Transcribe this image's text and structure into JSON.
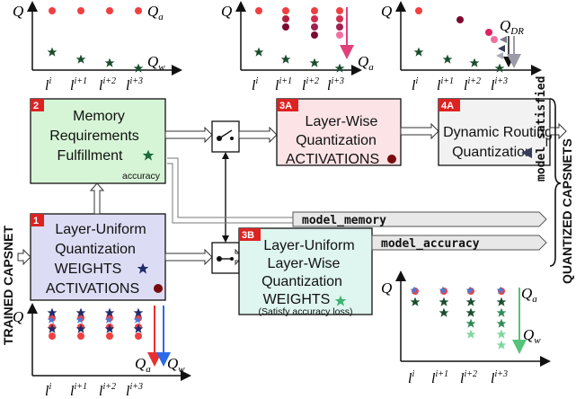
{
  "side_labels": {
    "left": "TRAINED CAPSNET",
    "right": "QUANTIZED CAPSNETS"
  },
  "blocks": {
    "b1": {
      "num": "1",
      "lines": [
        "Layer-Uniform",
        "Quantization",
        "WEIGHTS",
        "ACTIVATIONS"
      ],
      "fill": "#dcdcf4",
      "num_color": "#dd2222"
    },
    "b2": {
      "num": "2",
      "lines": [
        "Memory",
        "Requirements",
        "Fulfillment"
      ],
      "note": "accuracy",
      "fill": "#d6f5d6",
      "num_color": "#dd2222"
    },
    "b3a": {
      "num": "3A",
      "lines": [
        "Layer-Wise",
        "Quantization",
        "ACTIVATIONS"
      ],
      "fill": "#fbe3e6",
      "num_color": "#dd2222"
    },
    "b3b": {
      "num": "3B",
      "lines": [
        "Layer-Uniform",
        "Layer-Wise",
        "Quantization",
        "WEIGHTS"
      ],
      "note": "(Satisfy accuracy loss)",
      "fill": "#dff5ef",
      "num_color": "#dd2222"
    },
    "b4a": {
      "num": "4A",
      "lines": [
        "Dynamic Routing",
        "Quantization"
      ],
      "fill": "#f2f2f2",
      "num_color": "#dd2222"
    }
  },
  "outputs": {
    "model_satisfied": "model_satisfied",
    "model_memory": "model_memory",
    "model_accuracy": "model_accuracy"
  },
  "axis_labels": {
    "q": "Q",
    "qa": "Q",
    "qa_sub": "a",
    "qw": "Q",
    "qw_sub": "w",
    "qdr": "Q",
    "qdr_sub": "DR",
    "ticks": [
      {
        "base": "l",
        "sup": "i"
      },
      {
        "base": "l",
        "sup": "i+1"
      },
      {
        "base": "l",
        "sup": "i+2"
      },
      {
        "base": "l",
        "sup": "i+3"
      }
    ]
  },
  "colors": {
    "red": "#f04040",
    "dark_green": "#1a4d2e",
    "navy": "#1f2a6b",
    "dark_red": "#7a0a0a",
    "arrow_red": "#e83030",
    "arrow_blue": "#2a6be8",
    "arrow_pink": "#e0407a",
    "arrow_green": "#55c47a",
    "arrow_gray": "#9a9aaa"
  }
}
